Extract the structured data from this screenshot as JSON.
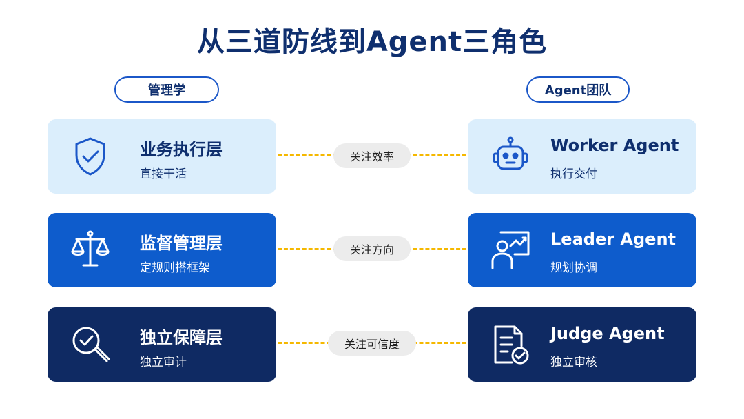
{
  "title": "从三道防线到Agent三角色",
  "columns": {
    "left_label": "管理学",
    "right_label": "Agent团队"
  },
  "rows": [
    {
      "left": {
        "title": "业务执行层",
        "subtitle": "直接干活",
        "icon": "shield-check-icon"
      },
      "link": "关注效率",
      "right": {
        "title": "Worker Agent",
        "subtitle": "执行交付",
        "icon": "robot-icon"
      },
      "theme": "light"
    },
    {
      "left": {
        "title": "监督管理层",
        "subtitle": "定规则搭框架",
        "icon": "balance-scale-icon"
      },
      "link": "关注方向",
      "right": {
        "title": "Leader Agent",
        "subtitle": "规划协调",
        "icon": "presenter-chart-icon"
      },
      "theme": "mid"
    },
    {
      "left": {
        "title": "独立保障层",
        "subtitle": "独立审计",
        "icon": "magnifier-check-icon"
      },
      "link": "关注可信度",
      "right": {
        "title": "Judge Agent",
        "subtitle": "独立审核",
        "icon": "document-check-icon"
      },
      "theme": "dark"
    }
  ],
  "colors": {
    "title": "#0f2f6e",
    "light_card": "#dbeefc",
    "mid_card": "#0e5ccc",
    "dark_card": "#0f2a63",
    "connector": "#f5b800",
    "badge": "#ececec"
  }
}
